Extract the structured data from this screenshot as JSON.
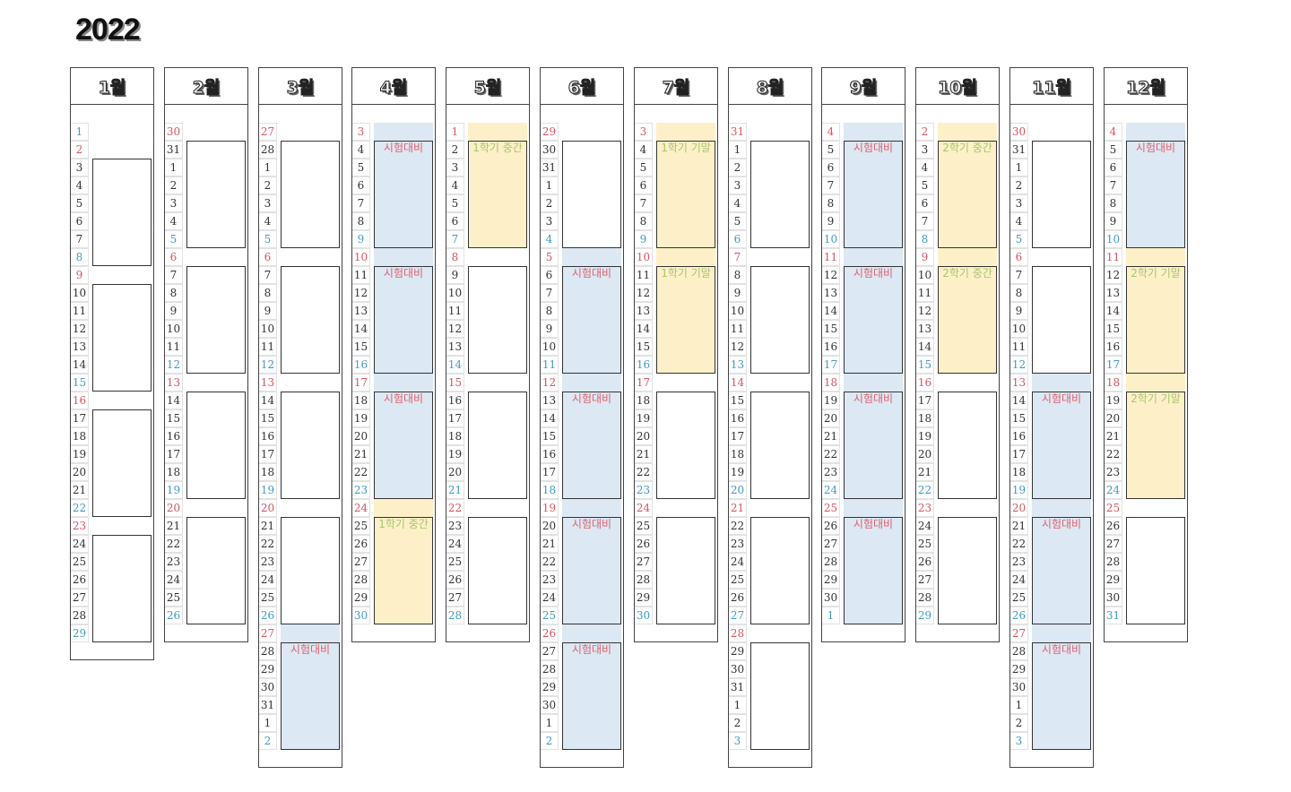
{
  "title": "2022",
  "colors": {
    "exam_bg": "#dce8f4",
    "exam_text": "#e0606a",
    "test_bg": "#fdf0c8",
    "test_text": "#a9c46c",
    "sunday": "#d9555f",
    "saturday": "#3f9cc4"
  },
  "months": [
    {
      "label": "1월",
      "first_weekday": 6,
      "days": [
        1,
        2,
        3,
        4,
        5,
        6,
        7,
        8,
        9,
        10,
        11,
        12,
        13,
        14,
        15,
        16,
        17,
        18,
        19,
        20,
        21,
        22,
        23,
        24,
        25,
        26,
        27,
        28,
        29
      ],
      "weeks": [
        {
          "label": "",
          "type": ""
        },
        {
          "label": "",
          "type": ""
        },
        {
          "label": "",
          "type": ""
        },
        {
          "label": "",
          "type": ""
        }
      ]
    },
    {
      "label": "2월",
      "first_weekday": 0,
      "days": [
        30,
        31,
        1,
        2,
        3,
        4,
        5,
        6,
        7,
        8,
        9,
        10,
        11,
        12,
        13,
        14,
        15,
        16,
        17,
        18,
        19,
        20,
        21,
        22,
        23,
        24,
        25,
        26
      ],
      "weeks": [
        {
          "label": "",
          "type": ""
        },
        {
          "label": "",
          "type": ""
        },
        {
          "label": "",
          "type": ""
        },
        {
          "label": "",
          "type": ""
        }
      ]
    },
    {
      "label": "3월",
      "first_weekday": 0,
      "days": [
        27,
        28,
        1,
        2,
        3,
        4,
        5,
        6,
        7,
        8,
        9,
        10,
        11,
        12,
        13,
        14,
        15,
        16,
        17,
        18,
        19,
        20,
        21,
        22,
        23,
        24,
        25,
        26,
        27,
        28,
        29,
        30,
        31,
        1,
        2
      ],
      "weeks": [
        {
          "label": "",
          "type": ""
        },
        {
          "label": "",
          "type": ""
        },
        {
          "label": "",
          "type": ""
        },
        {
          "label": "",
          "type": ""
        },
        {
          "label": "시험대비",
          "type": "exam"
        }
      ]
    },
    {
      "label": "4월",
      "first_weekday": 0,
      "days": [
        3,
        4,
        5,
        6,
        7,
        8,
        9,
        10,
        11,
        12,
        13,
        14,
        15,
        16,
        17,
        18,
        19,
        20,
        21,
        22,
        23,
        24,
        25,
        26,
        27,
        28,
        29,
        30
      ],
      "weeks": [
        {
          "label": "시험대비",
          "type": "exam"
        },
        {
          "label": "시험대비",
          "type": "exam"
        },
        {
          "label": "시험대비",
          "type": "exam"
        },
        {
          "label": "1학기 중간",
          "type": "test"
        }
      ]
    },
    {
      "label": "5월",
      "first_weekday": 0,
      "days": [
        1,
        2,
        3,
        4,
        5,
        6,
        7,
        8,
        9,
        10,
        11,
        12,
        13,
        14,
        15,
        16,
        17,
        18,
        19,
        20,
        21,
        22,
        23,
        24,
        25,
        26,
        27,
        28
      ],
      "weeks": [
        {
          "label": "1학기 중간",
          "type": "test"
        },
        {
          "label": "",
          "type": ""
        },
        {
          "label": "",
          "type": ""
        },
        {
          "label": "",
          "type": ""
        }
      ]
    },
    {
      "label": "6월",
      "first_weekday": 0,
      "days": [
        29,
        30,
        31,
        1,
        2,
        3,
        4,
        5,
        6,
        7,
        8,
        9,
        10,
        11,
        12,
        13,
        14,
        15,
        16,
        17,
        18,
        19,
        20,
        21,
        22,
        23,
        24,
        25,
        26,
        27,
        28,
        29,
        30,
        1,
        2
      ],
      "weeks": [
        {
          "label": "",
          "type": ""
        },
        {
          "label": "시험대비",
          "type": "exam"
        },
        {
          "label": "시험대비",
          "type": "exam"
        },
        {
          "label": "시험대비",
          "type": "exam"
        },
        {
          "label": "시험대비",
          "type": "exam"
        }
      ]
    },
    {
      "label": "7월",
      "first_weekday": 0,
      "days": [
        3,
        4,
        5,
        6,
        7,
        8,
        9,
        10,
        11,
        12,
        13,
        14,
        15,
        16,
        17,
        18,
        19,
        20,
        21,
        22,
        23,
        24,
        25,
        26,
        27,
        28,
        29,
        30
      ],
      "weeks": [
        {
          "label": "1학기 기말",
          "type": "test"
        },
        {
          "label": "1학기 기말",
          "type": "test"
        },
        {
          "label": "",
          "type": ""
        },
        {
          "label": "",
          "type": ""
        }
      ]
    },
    {
      "label": "8월",
      "first_weekday": 0,
      "days": [
        31,
        1,
        2,
        3,
        4,
        5,
        6,
        7,
        8,
        9,
        10,
        11,
        12,
        13,
        14,
        15,
        16,
        17,
        18,
        19,
        20,
        21,
        22,
        23,
        24,
        25,
        26,
        27,
        28,
        29,
        30,
        31,
        1,
        2,
        3
      ],
      "weeks": [
        {
          "label": "",
          "type": ""
        },
        {
          "label": "",
          "type": ""
        },
        {
          "label": "",
          "type": ""
        },
        {
          "label": "",
          "type": ""
        },
        {
          "label": "",
          "type": ""
        }
      ]
    },
    {
      "label": "9월",
      "first_weekday": 0,
      "days": [
        4,
        5,
        6,
        7,
        8,
        9,
        10,
        11,
        12,
        13,
        14,
        15,
        16,
        17,
        18,
        19,
        20,
        21,
        22,
        23,
        24,
        25,
        26,
        27,
        28,
        29,
        30,
        1
      ],
      "weeks": [
        {
          "label": "시험대비",
          "type": "exam"
        },
        {
          "label": "시험대비",
          "type": "exam"
        },
        {
          "label": "시험대비",
          "type": "exam"
        },
        {
          "label": "시험대비",
          "type": "exam"
        }
      ]
    },
    {
      "label": "10월",
      "first_weekday": 0,
      "days": [
        2,
        3,
        4,
        5,
        6,
        7,
        8,
        9,
        10,
        11,
        12,
        13,
        14,
        15,
        16,
        17,
        18,
        19,
        20,
        21,
        22,
        23,
        24,
        25,
        26,
        27,
        28,
        29
      ],
      "weeks": [
        {
          "label": "2학기 중간",
          "type": "test"
        },
        {
          "label": "2학기 중간",
          "type": "test"
        },
        {
          "label": "",
          "type": ""
        },
        {
          "label": "",
          "type": ""
        }
      ]
    },
    {
      "label": "11월",
      "first_weekday": 0,
      "days": [
        30,
        31,
        1,
        2,
        3,
        4,
        5,
        6,
        7,
        8,
        9,
        10,
        11,
        12,
        13,
        14,
        15,
        16,
        17,
        18,
        19,
        20,
        21,
        22,
        23,
        24,
        25,
        26,
        27,
        28,
        29,
        30,
        1,
        2,
        3
      ],
      "weeks": [
        {
          "label": "",
          "type": ""
        },
        {
          "label": "",
          "type": ""
        },
        {
          "label": "시험대비",
          "type": "exam"
        },
        {
          "label": "시험대비",
          "type": "exam"
        },
        {
          "label": "시험대비",
          "type": "exam"
        }
      ]
    },
    {
      "label": "12월",
      "first_weekday": 0,
      "days": [
        4,
        5,
        6,
        7,
        8,
        9,
        10,
        11,
        12,
        13,
        14,
        15,
        16,
        17,
        18,
        19,
        20,
        21,
        22,
        23,
        24,
        25,
        26,
        27,
        28,
        29,
        30,
        31
      ],
      "weeks": [
        {
          "label": "시험대비",
          "type": "exam"
        },
        {
          "label": "2학기 기말",
          "type": "test"
        },
        {
          "label": "2학기 기말",
          "type": "test"
        },
        {
          "label": "",
          "type": ""
        }
      ]
    }
  ]
}
